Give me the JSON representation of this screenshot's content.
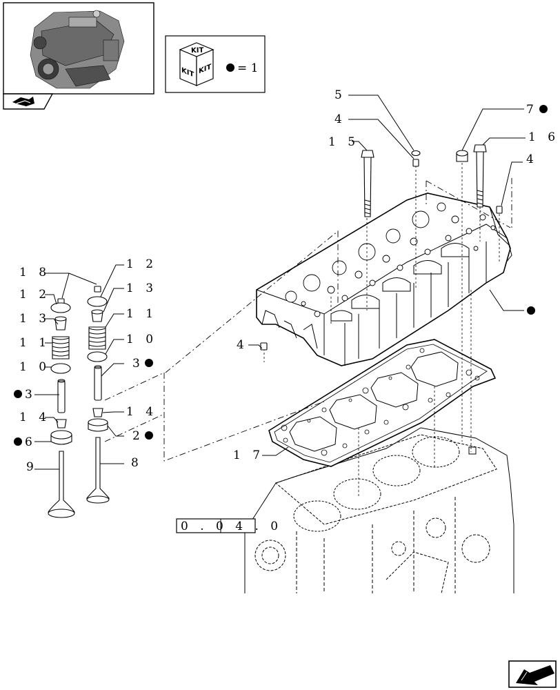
{
  "kit_box": {
    "face_label": "KIT",
    "equals": "= 1"
  },
  "refs": {
    "r5": "5",
    "r4a": "4",
    "r15": "1 5",
    "r7": "7",
    "r16": "1 6",
    "r4b": "4",
    "r4c": "4",
    "r18": "1 8",
    "r12a": "1 2",
    "r12b": "1 2",
    "r13a": "1 3",
    "r13b": "1 3",
    "r11a": "1 1",
    "r11b": "1 1",
    "r10a": "1 0",
    "r10b": "1 0",
    "r3a": "3",
    "r3b": "3",
    "r14a": "1 4",
    "r14b": "1 4",
    "r6": "6",
    "r2": "2",
    "r9": "9",
    "r8": "8",
    "r17": "1 7"
  },
  "ref_box": {
    "text": "0 . 0 4 . 0"
  }
}
